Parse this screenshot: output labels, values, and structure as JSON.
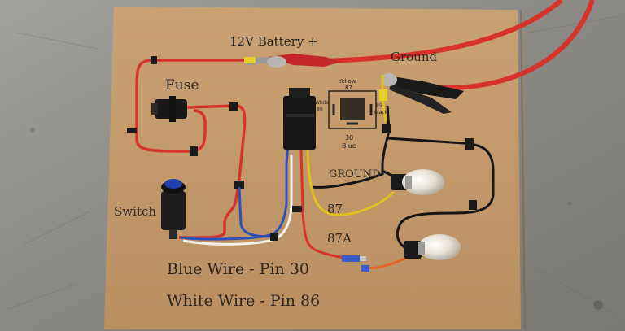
{
  "labels": {
    "battery": "12V Battery +",
    "ground_top": "Ground",
    "fuse": "Fuse",
    "switch": "Switch",
    "relay_yellow": "Yellow",
    "relay_pin87_top": "87",
    "relay_white": "White",
    "relay_pin86": "86",
    "relay_pin85": "85",
    "relay_black": "Black",
    "relay_pin30": "30",
    "relay_blue": "Blue",
    "ground_mid": "GROUND",
    "pin87": "87",
    "pin87a": "87A",
    "note_blue": "Blue Wire - Pin 30",
    "note_white": "White Wire - Pin 86"
  },
  "colors": {
    "cardboard": "#c39a6b",
    "metal": "#8d8b86",
    "red_wire": "#d8332a",
    "black_wire": "#151515",
    "yellow_wire": "#e2c21a",
    "blue_wire": "#2e4fb5",
    "white_wire": "#f1f1ee",
    "orange_wire": "#e0662a"
  }
}
